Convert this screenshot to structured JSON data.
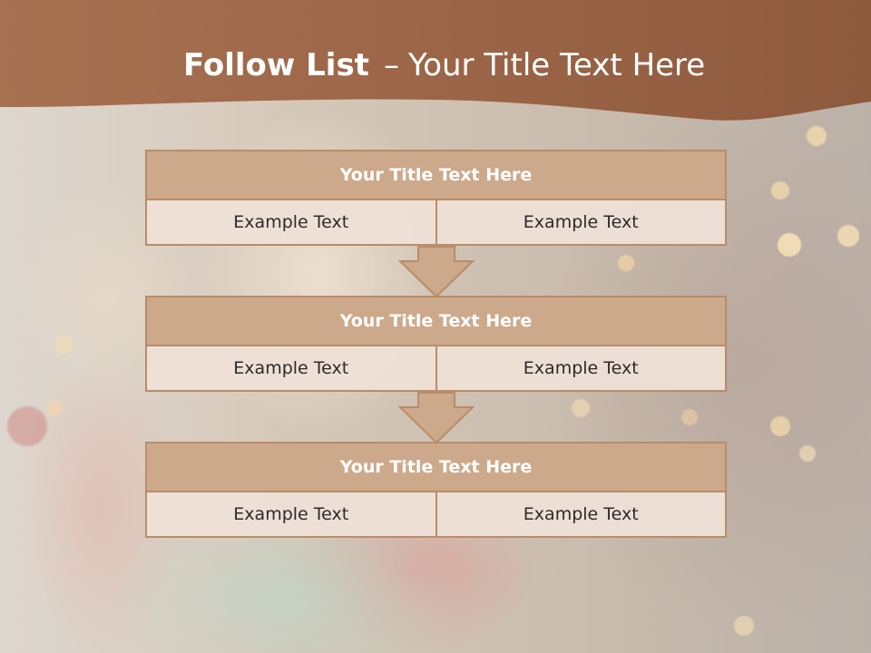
{
  "slide": {
    "title_bold": "Follow List",
    "title_dash": "–",
    "title_rest": "Your Title Text Here"
  },
  "colors": {
    "header_band": "#a0694a",
    "box_header": "#cda98b",
    "box_border": "#b98c6a",
    "cell_fill": "#efe0d7"
  },
  "blocks": [
    {
      "title": "Your Title Text Here",
      "cells": [
        "Example Text",
        "Example Text"
      ]
    },
    {
      "title": "Your Title Text Here",
      "cells": [
        "Example Text",
        "Example Text"
      ]
    },
    {
      "title": "Your Title Text Here",
      "cells": [
        "Example Text",
        "Example Text"
      ]
    }
  ],
  "arrows": [
    {
      "icon": "down-arrow-icon"
    },
    {
      "icon": "down-arrow-icon"
    }
  ]
}
